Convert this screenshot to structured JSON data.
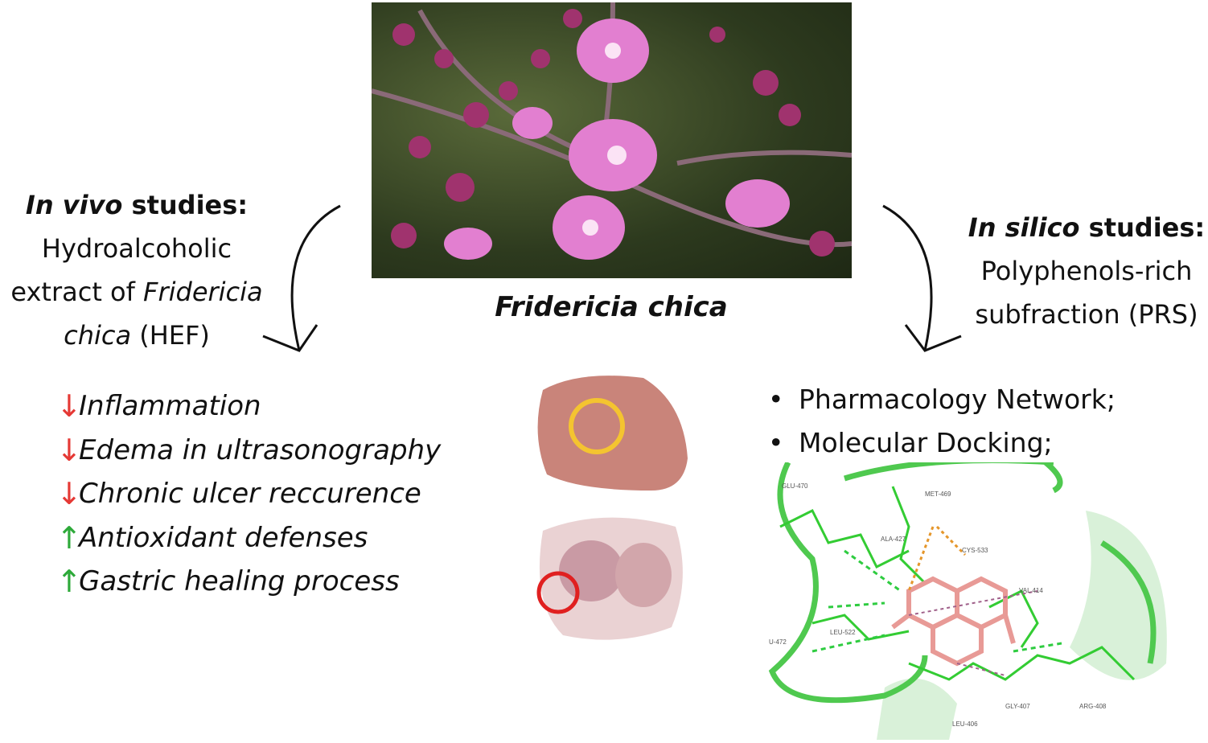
{
  "center": {
    "species": "Fridericia chica"
  },
  "left": {
    "heading_italic": "In vivo",
    "heading_rest": " studies:",
    "line1": "Hydroalcoholic",
    "line2_a": "extract of ",
    "line2_b": "Fridericia",
    "line3_a": "chica",
    "line3_b": " (HEF)",
    "effects": [
      {
        "arrow": "↓",
        "text": "Inflammation",
        "color": "#e53935"
      },
      {
        "arrow": "↓",
        "text": "Edema in ultrasonography",
        "color": "#e53935"
      },
      {
        "arrow": "↓",
        "text": "Chronic ulcer reccurence",
        "color": "#e53935"
      },
      {
        "arrow": "↑",
        "text": "Antioxidant defenses",
        "color": "#2eaa3a"
      },
      {
        "arrow": "↑",
        "text": "Gastric healing process",
        "color": "#2eaa3a"
      }
    ]
  },
  "right": {
    "heading_italic": "In silico",
    "heading_rest": " studies:",
    "line1": "Polyphenols-rich",
    "line2": "subfraction (PRS)",
    "bullets": [
      "Pharmacology Network;",
      "Molecular Docking;"
    ],
    "residues": [
      "GLU-470",
      "MET-469",
      "ALA-427",
      "CYS-533",
      "VAL 414",
      "LEU-522",
      "U-472",
      "GLY-407",
      "ARG-408",
      "LEU-406"
    ]
  }
}
